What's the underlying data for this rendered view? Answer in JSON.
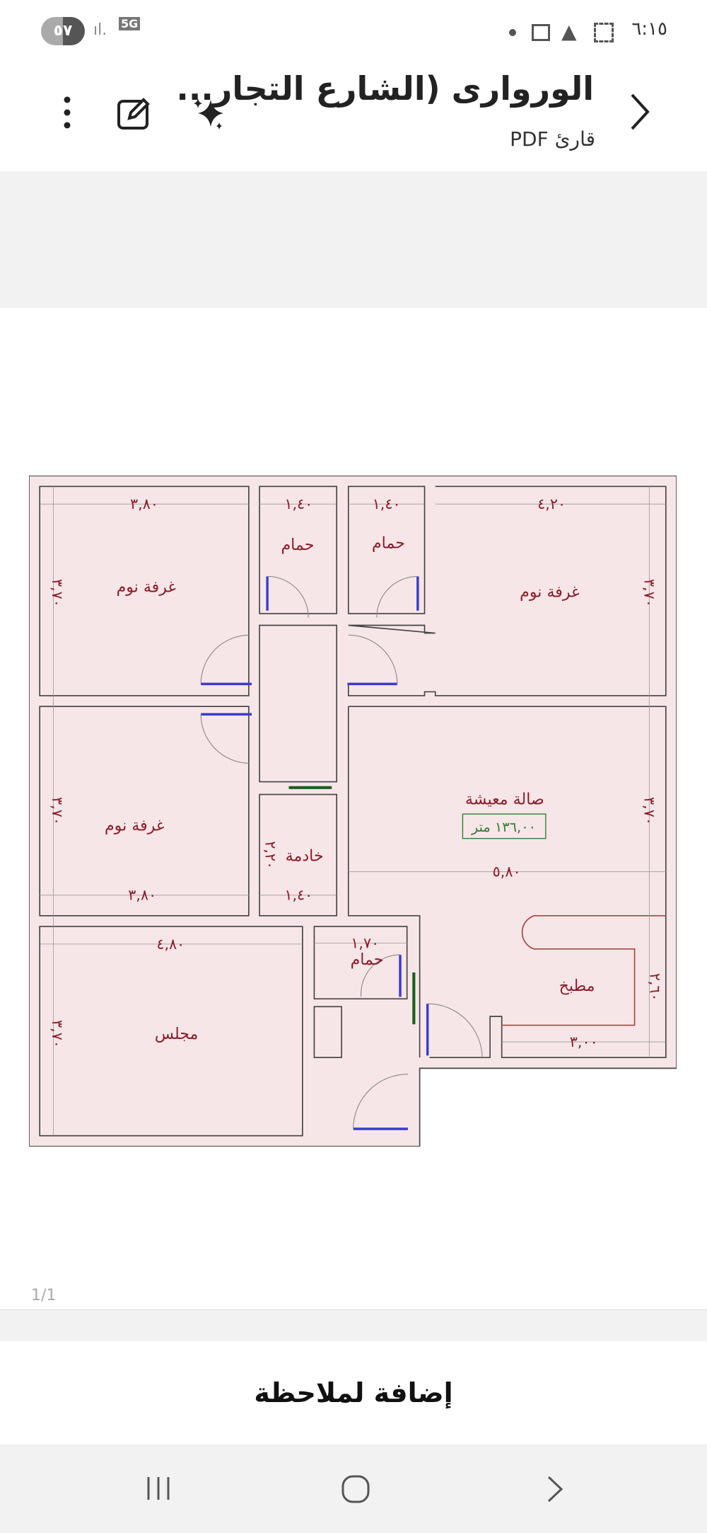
{
  "status_bar": {
    "time": "٦:١٥",
    "battery": "٥٧",
    "network": "5G"
  },
  "header": {
    "title": "الورواری (الشارع التجار...",
    "subtitle": "قارئ PDF",
    "icons": [
      "chevron-right-icon",
      "sparkle-icon",
      "edit-icon",
      "more-vert-icon"
    ]
  },
  "floor_plan": {
    "rooms": {
      "bedroom_1": "غرفة نوم",
      "bedroom_2": "غرفة نوم",
      "bedroom_3": "غرفة نوم",
      "bath_1": "حمام",
      "bath_2": "حمام",
      "bath_3": "حمام",
      "living": "صالة معيشة",
      "maid": "خادمة",
      "majlis": "مجلس",
      "kitchen": "مطبخ"
    },
    "area": "١٣٦,٠٠ متر",
    "dims": {
      "bed1_w": "٣,٨٠",
      "bath1_w": "١,٤٠",
      "bath2_w": "١,٤٠",
      "bed2_w": "٤,٢٠",
      "bed1_h": "٣,٧٠",
      "bed2_h": "٣,٧٠",
      "bed3_h": "٣,٧٠",
      "living_h": "٣,٧٠",
      "living_w": "٥,٨٠",
      "bed3_w": "٣,٨٠",
      "maid_w": "١,٤٠",
      "maid_h": "٢,٢٠",
      "majlis_w": "٤,٨٠",
      "bath3_w": "١,٧٠",
      "majlis_h": "٣,٧٠",
      "kitchen_w": "٣,٠٠",
      "kitchen_h": "٢,٦٠"
    },
    "colors": {
      "wall": "#3a3a3a",
      "fill": "#f7e6e8",
      "text": "#8a1c28",
      "area": "#2e7d32",
      "door": "#3b3bd0"
    }
  },
  "page_indicator": "1/1",
  "add_note_label": "إضافة لملاحظة",
  "nav_bar": {
    "icons": [
      "recents-icon",
      "home-icon",
      "back-icon"
    ]
  }
}
